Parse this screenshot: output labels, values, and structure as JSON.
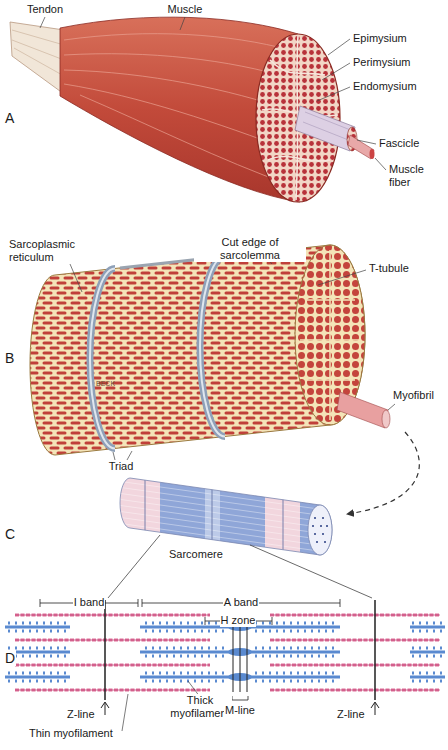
{
  "diagram": {
    "labels": [
      "Tendon",
      "Muscle",
      "Epimysium",
      "Perimysium",
      "Endomysium",
      "A",
      "Fascicle",
      "Muscle fiber",
      "Sarcoplasmic reticulum",
      "Cut edge of sarcolemma",
      "T-tubule",
      "B",
      "BECK",
      "Myofibril",
      "Triad",
      "C",
      "Sarcomere",
      "I band",
      "A band",
      "H zone",
      "D",
      "Thick myofilament",
      "M-line",
      "Z-line",
      "Thin myofilament",
      "Z-line"
    ]
  }
}
